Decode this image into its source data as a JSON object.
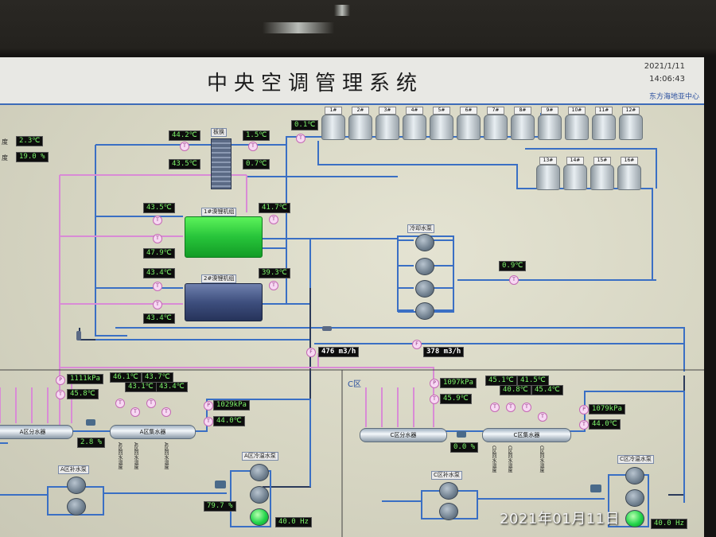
{
  "header": {
    "title": "中央空调管理系统",
    "date": "2021/1/11",
    "time": "14:06:43",
    "org": "东方海地亚中心"
  },
  "left_edge": {
    "temp_label": "度",
    "temp_value": "2.3℃",
    "humidity_label": "度",
    "humidity_value": "19.0 %"
  },
  "heat_exchanger": {
    "label": "板换",
    "in_temp_left": "44.2℃",
    "out_temp_left": "43.5℃",
    "in_temp_right": "1.5℃",
    "out_temp_right": "0.7℃"
  },
  "towers": {
    "supply_temp": "0.1℃",
    "units": [
      "1#",
      "2#",
      "3#",
      "4#",
      "5#",
      "6#",
      "7#",
      "8#",
      "9#",
      "10#",
      "11#",
      "12#",
      "13#",
      "14#",
      "15#",
      "16#"
    ]
  },
  "chiller1": {
    "label": "1#溴锂机组",
    "temp_top_left": "43.5℃",
    "temp_bottom_left": "47.9℃",
    "temp_right": "41.7℃"
  },
  "chiller2": {
    "label": "2#溴锂机组",
    "temp_top_left": "43.4℃",
    "temp_bottom_left": "43.4℃",
    "temp_right": "39.3℃"
  },
  "cooling_pumps": {
    "label": "冷却水泵",
    "return_temp": "0.9℃"
  },
  "flows": {
    "flow_a": "476 m3/h",
    "flow_b": "378 m3/h"
  },
  "zone_a": {
    "splitter_pressure": "1111kPa",
    "splitter_temp": "45.8℃",
    "splitter_label": "A区分水器",
    "collector_label": "A区集水器",
    "branch_temps": [
      "46.1℃",
      "43.1℃",
      "43.7℃",
      "43.4℃"
    ],
    "branch_names": [
      "A区回水温度",
      "A区回水温度",
      "A区回水温度"
    ],
    "valve_pct": "2.8 %",
    "collector_pressure": "1029kPa",
    "collector_temp": "44.0℃",
    "makeup_label": "A区补水泵",
    "circ_label": "A区冷温水泵",
    "circ_pct": "79.7 %",
    "freq": "40.0 Hz"
  },
  "zone_c": {
    "zone_label": "C区",
    "splitter_pressure": "1097kPa",
    "splitter_temp": "45.9℃",
    "splitter_label": "C区分水器",
    "collector_label": "C区集水器",
    "branch_temps": [
      "45.1℃",
      "40.8℃",
      "41.5℃",
      "45.4℃"
    ],
    "branch_names": [
      "C区回水温度",
      "C区回水温度",
      "C区回水温度"
    ],
    "valve_pct": "0.0 %",
    "collector_pressure": "1079kPa",
    "collector_temp": "44.0℃",
    "makeup_label": "C区补水泵",
    "circ_label": "C区冷温水泵",
    "freq": "40.0 Hz"
  },
  "photo_timestamp": "2021年01月11日",
  "colors": {
    "pipe_blue": "#2f6fd0",
    "pipe_pink": "#d98bd6",
    "pipe_dark": "#3a4f73",
    "readout_bg": "#0d0d0d",
    "readout_text": "#7cf26a",
    "chiller1_green": "#35d63c",
    "chiller2_blue": "#3e4f7e"
  }
}
